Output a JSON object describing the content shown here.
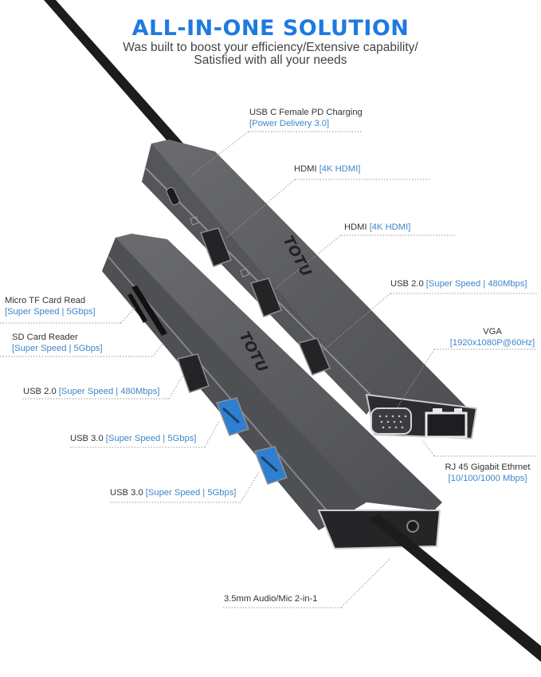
{
  "header": {
    "title": "ALL-IN-ONE SOLUTION",
    "subtitle_line1": "Was built to boost your efficiency/Extensive capability/",
    "subtitle_line2": "Satisfied with all your needs"
  },
  "brand": {
    "logo_text": "TOTU"
  },
  "colors": {
    "title_blue": "#1f7ae0",
    "spec_blue": "#3f86c9",
    "label_gray": "#333333",
    "device_gray": "#5f6063",
    "usb3_blue": "#2f7fd0",
    "cable_black": "#1c1c1c"
  },
  "callouts": {
    "usbc_pd": {
      "label": "USB C Female PD Charging",
      "spec": "[Power Delivery 3.0]"
    },
    "hdmi_1": {
      "label": "HDMI ",
      "spec": "[4K HDMI]"
    },
    "hdmi_2": {
      "label": "HDMI ",
      "spec": "[4K HDMI]"
    },
    "usb2_right": {
      "label": "USB 2.0 ",
      "spec": "[Super Speed | 480Mbps]"
    },
    "micro_tf": {
      "label": "Micro TF Card Read",
      "spec": "[Super Speed | 5Gbps]"
    },
    "sd_card": {
      "label": "SD Card Reader",
      "spec": "[Super Speed | 5Gbps]"
    },
    "vga": {
      "label": "VGA",
      "spec": "[1920x1080P@60Hz]"
    },
    "usb2_left": {
      "label": "USB 2.0 ",
      "spec": "[Super Speed | 480Mbps]"
    },
    "usb3_1": {
      "label": "USB 3.0 ",
      "spec": "[Super Speed | 5Gbps]"
    },
    "usb3_2": {
      "label": "USB 3.0 ",
      "spec": "[Super Speed | 5Gbps]"
    },
    "rj45": {
      "label": "RJ 45 Gigabit Ethrnet",
      "spec": "[10/100/1000 Mbps]"
    },
    "audio": {
      "label": "3.5mm Audio/Mic 2-in-1"
    }
  }
}
